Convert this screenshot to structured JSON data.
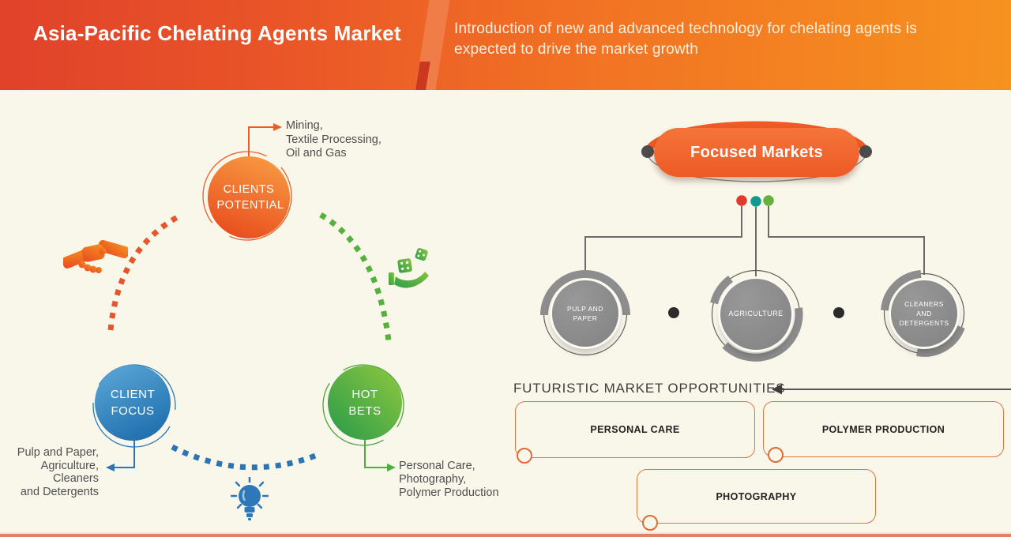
{
  "banner": {
    "title": "Asia-Pacific Chelating Agents Market",
    "subtitle": "Introduction of new and advanced technology for chelating agents is expected to drive the market growth"
  },
  "strategy_map": {
    "clients_potential": {
      "label": "CLIENTS POTENTIAL",
      "annotation": "Mining,\nTextile Processing,\nOil and Gas"
    },
    "client_focus": {
      "label": "CLIENT FOCUS",
      "annotation": "Pulp and Paper,\nAgriculture,\nCleaners\nand Detergents"
    },
    "hot_bets": {
      "label": "HOT BETS",
      "annotation": "Personal Care,\nPhotography,\nPolymer Production"
    },
    "icons": {
      "handshake": "handshake-icon",
      "dice_hand": "hand-with-dice-icon",
      "lightbulb": "lightbulb-icon"
    }
  },
  "focused_markets": {
    "title": "Focused Markets",
    "nodes": [
      "PULP AND PAPER",
      "AGRICULTURE",
      "CLEANERS AND DETERGENTS"
    ]
  },
  "futuristic": {
    "heading": "FUTURISTIC MARKET OPPORTUNITIES",
    "boxes": [
      "PERSONAL CARE",
      "POLYMER PRODUCTION",
      "PHOTOGRAPHY"
    ]
  },
  "colors": {
    "banner_gradient_start": "#e0422a",
    "banner_gradient_end": "#f6921f",
    "background": "#f9f6ea",
    "accent_orange": "#ee5a25",
    "accent_blue": "#2d74b4",
    "accent_green": "#4aa53c",
    "node_gray": "#8c8c8c",
    "dot_red": "#e13a2c",
    "dot_teal": "#13988e",
    "dot_green": "#66b13c",
    "bottom_strip": "#df8264"
  }
}
